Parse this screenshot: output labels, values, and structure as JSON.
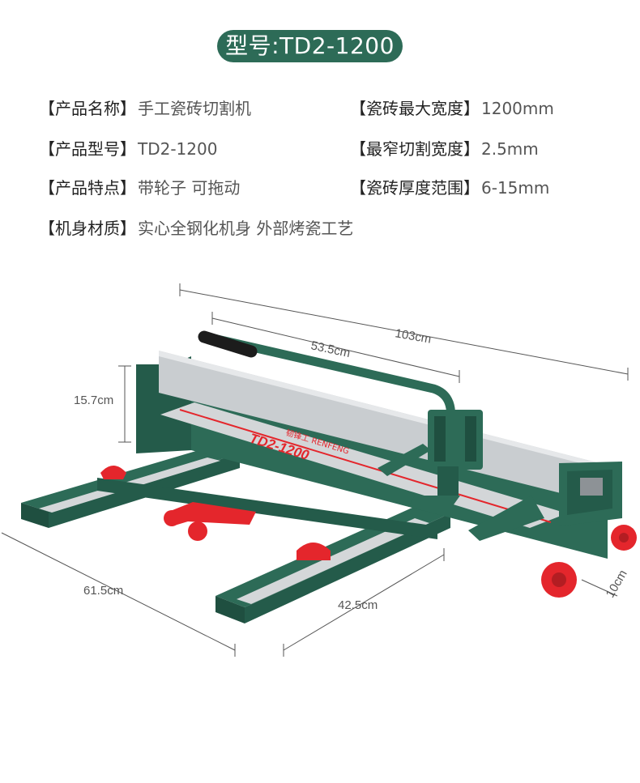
{
  "model_badge": "型号:TD2-1200",
  "specs": [
    {
      "key": "【产品名称】",
      "value": "手工瓷砖切割机"
    },
    {
      "key": "【瓷砖最大宽度】",
      "value": "1200mm"
    },
    {
      "key": "【产品型号】",
      "value": "TD2-1200"
    },
    {
      "key": "【最窄切割宽度】",
      "value": "2.5mm"
    },
    {
      "key": "【产品特点】",
      "value": "带轮子 可拖动"
    },
    {
      "key": "【瓷砖厚度范围】",
      "value": "6-15mm"
    },
    {
      "key": "【机身材质】",
      "value": "实心全钢化机身 外部烤瓷工艺"
    }
  ],
  "dimensions": {
    "total_length": "103cm",
    "rail_length": "53.5cm",
    "height": "15.7cm",
    "depth": "61.5cm",
    "arm_width": "42.5cm",
    "wheel": "10cm"
  },
  "product_marking": {
    "model_text": "TD2-1200",
    "brand_text": "韧锋工 RENFENG"
  },
  "colors": {
    "body_green": "#2d6b57",
    "accent_red": "#e4262c",
    "steel": "#c9cdd0"
  }
}
